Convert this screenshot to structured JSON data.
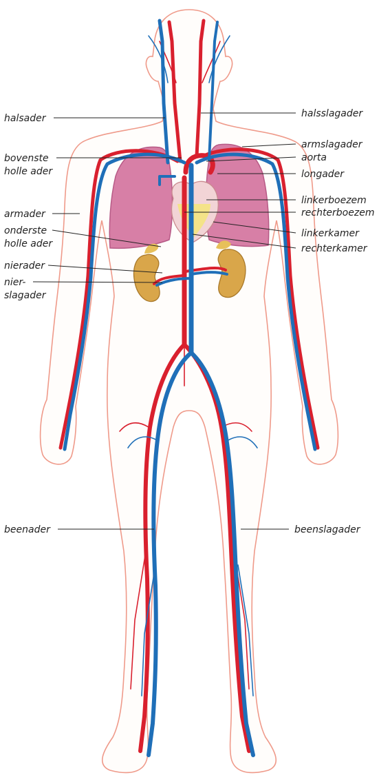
{
  "labels": {
    "halsader": "halsader",
    "halsslagader": "halsslagader",
    "armslagader": "armslagader",
    "aorta": "aorta",
    "bovenste_1": "bovenste",
    "bovenste_2": "holle ader",
    "longader": "longader",
    "linkerboezem": "linkerboezem",
    "rechterboezem": "rechterboezem",
    "armader": "armader",
    "linkerkamer": "linkerkamer",
    "rechterkamer": "rechterkamer",
    "onderste_1": "onderste",
    "onderste_2": "holle ader",
    "nierader": "nierader",
    "nierslagader_1": "nier-",
    "nierslagader_2": "slagader",
    "beenader": "beenader",
    "beenslagader": "beenslagader"
  },
  "colors": {
    "artery": "#d9202e",
    "vein": "#1f6fb8",
    "lung": "#d77fa6",
    "heart": "#f2d4d6",
    "kidney": "#d9a64a",
    "skin_outline": "#ef9a8a"
  }
}
